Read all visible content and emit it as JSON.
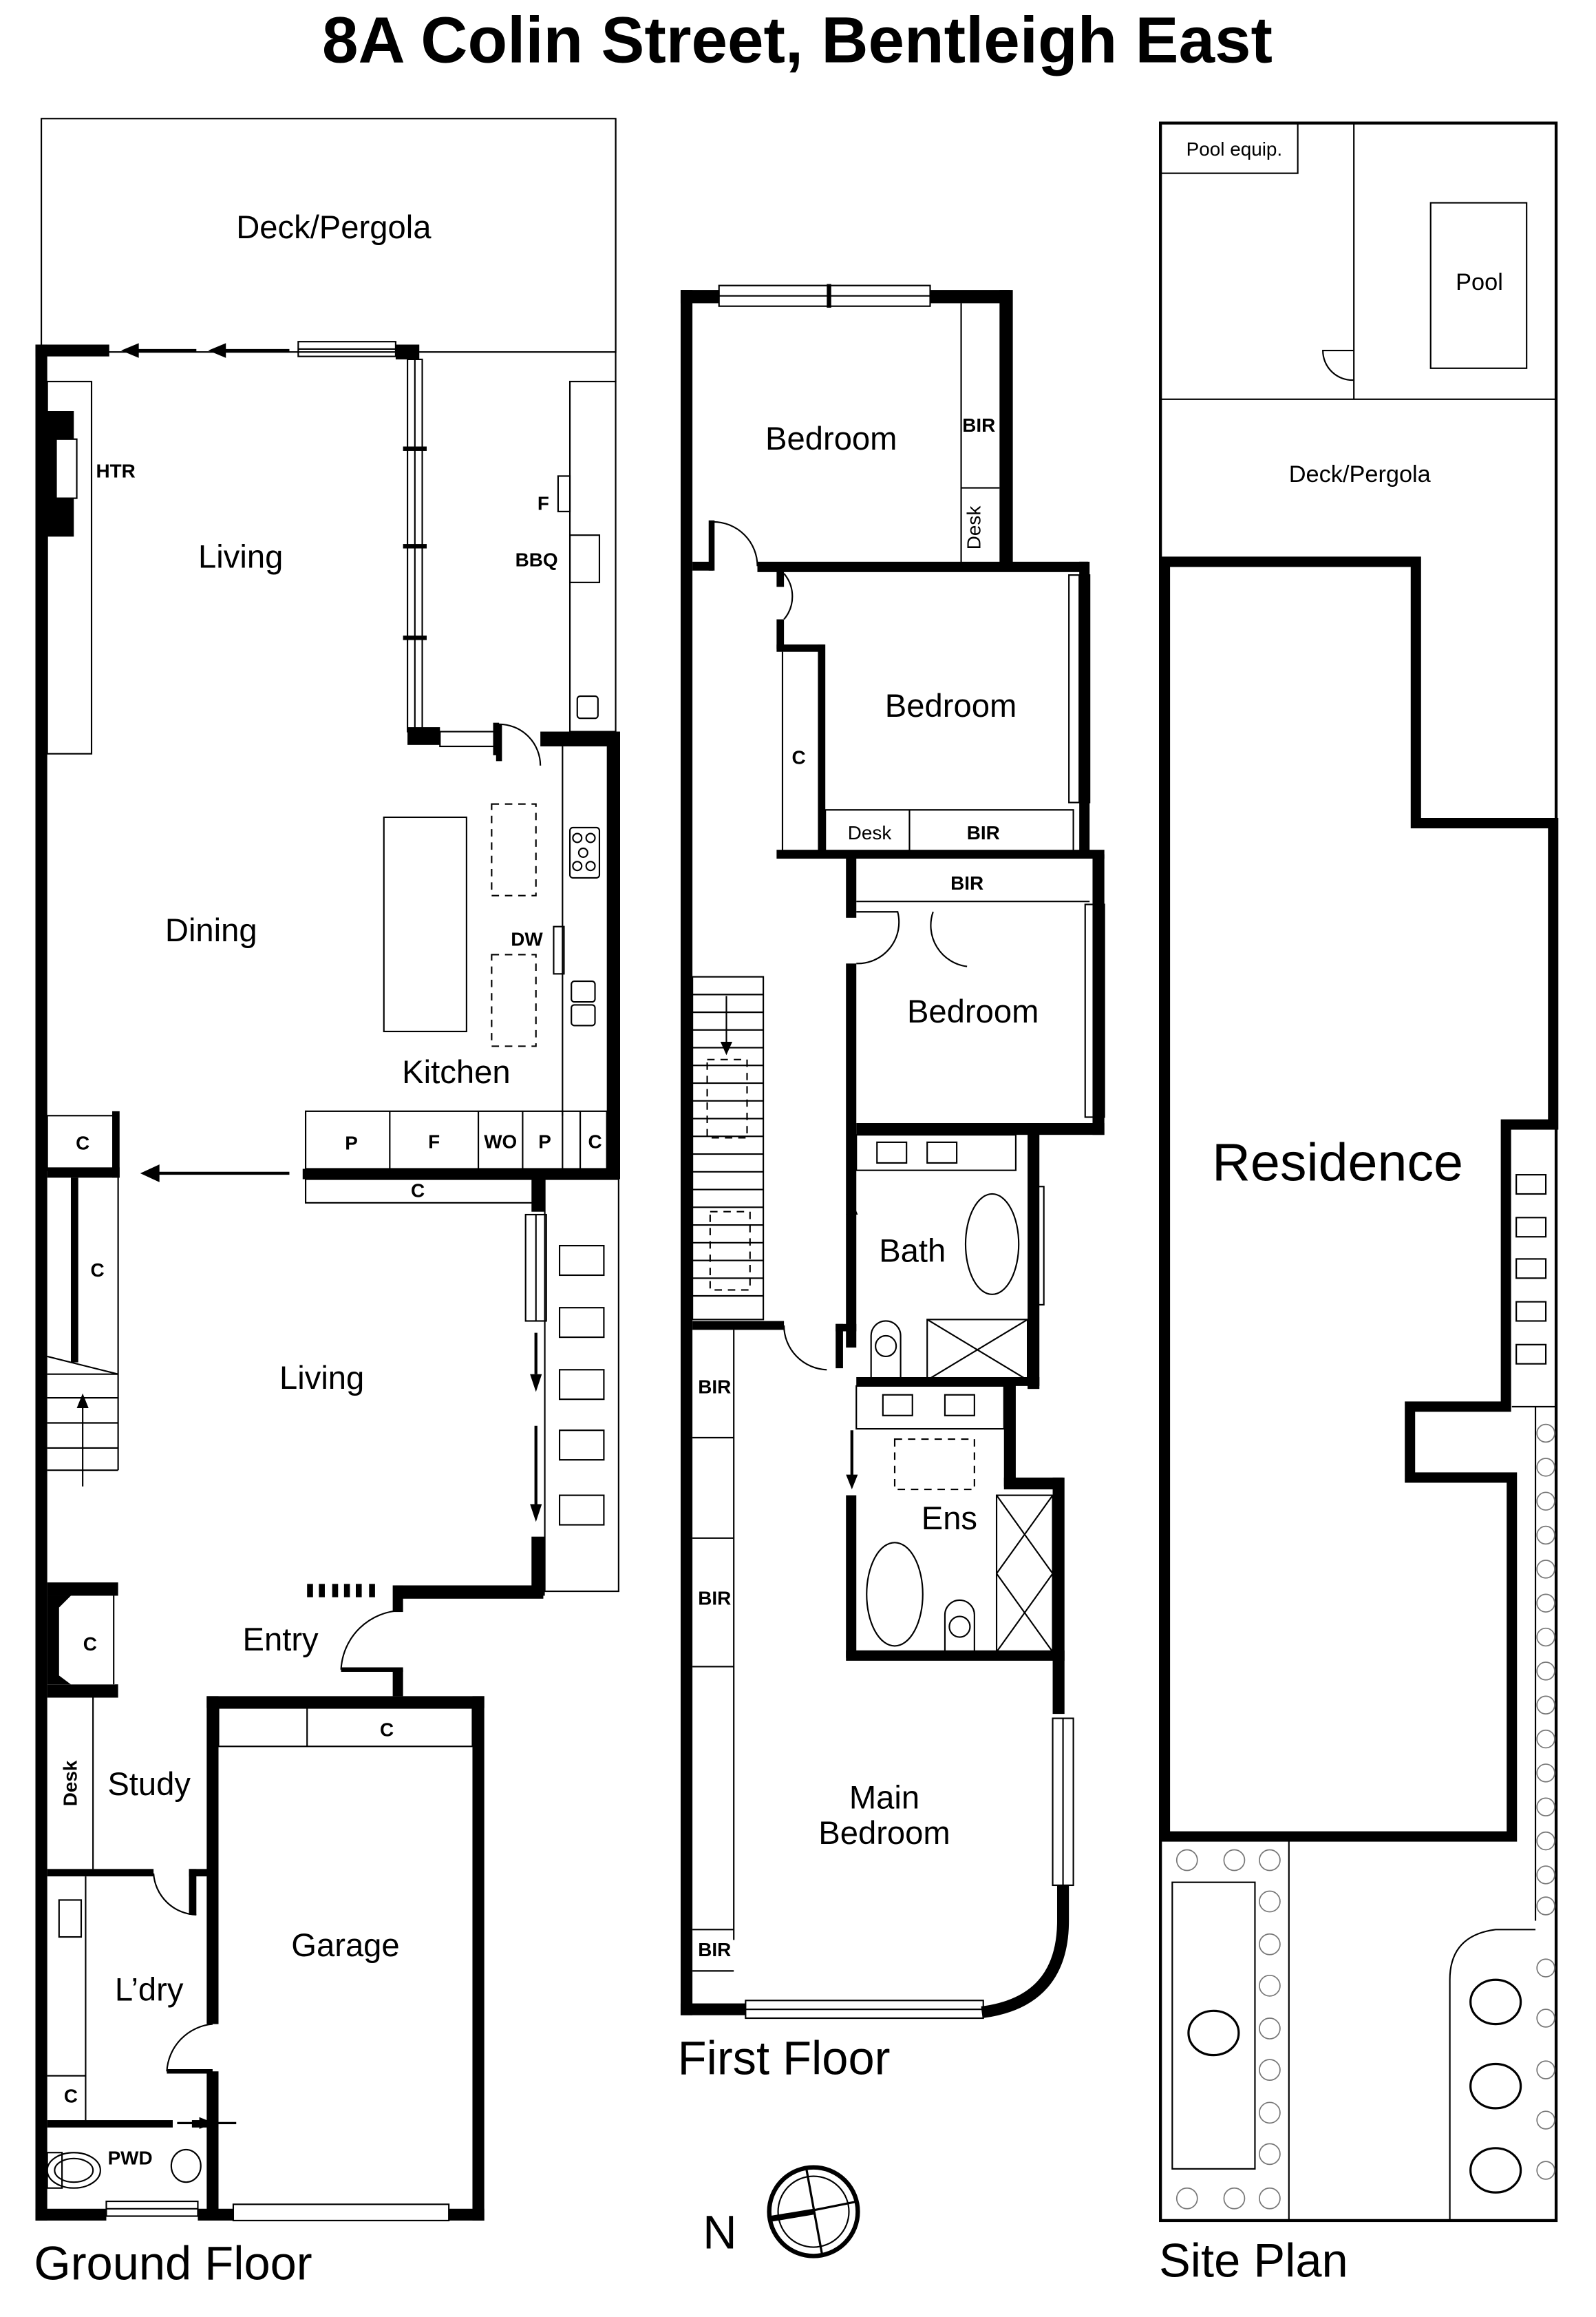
{
  "title": "8A Colin Street, Bentleigh East",
  "plans": {
    "ground_floor": {
      "label": "Ground Floor",
      "rooms": {
        "deck": "Deck/Pergola",
        "living_upper": "Living",
        "dining": "Dining",
        "kitchen": "Kitchen",
        "living_lower": "Living",
        "entry": "Entry",
        "study": "Study",
        "laundry": "L’dry",
        "garage": "Garage",
        "powder": "PWD"
      },
      "fixtures": {
        "heater": "HTR",
        "fridge_outdoor": "F",
        "bbq": "BBQ",
        "dishwasher": "DW",
        "pantry_1": "P",
        "fridge": "F",
        "wall_oven": "WO",
        "pantry_2": "P",
        "cupboard_kitchen": "C",
        "cupboard_under": "C",
        "cupboard_stair_top": "C",
        "cupboard_stair": "C",
        "cupboard_entry": "C",
        "cupboard_garage": "C",
        "desk": "Desk",
        "cupboard_laundry": "C"
      }
    },
    "first_floor": {
      "label": "First Floor",
      "rooms": {
        "bedroom_1": "Bedroom",
        "bedroom_2": "Bedroom",
        "bedroom_3": "Bedroom",
        "bath": "Bath",
        "ensuite": "Ens",
        "main_bedroom_line1": "Main",
        "main_bedroom_line2": "Bedroom"
      },
      "fixtures": {
        "bir_1": "BIR",
        "desk_1": "Desk",
        "cupboard_hall": "C",
        "desk_2": "Desk",
        "bir_2": "BIR",
        "bir_3": "BIR",
        "bir_main_1": "BIR",
        "bir_main_2": "BIR",
        "bir_main_3": "BIR"
      }
    },
    "site_plan": {
      "label": "Site Plan",
      "rooms": {
        "pool_equip": "Pool equip.",
        "pool": "Pool",
        "deck": "Deck/Pergola",
        "residence": "Residence"
      }
    }
  },
  "compass": {
    "label": "N"
  }
}
